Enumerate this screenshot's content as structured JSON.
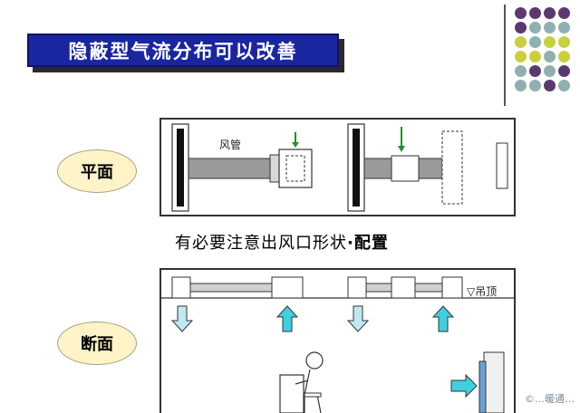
{
  "title": "隐蔽型气流分布可以改善",
  "labels": {
    "plan": "平面",
    "section": "断面"
  },
  "plan_view": {
    "duct_label": "风管"
  },
  "caption": {
    "main": "有必要注意出风口形状",
    "dot": "·",
    "emphasis": "配置"
  },
  "section_view": {
    "ceiling_label": "▽吊顶"
  },
  "watermark": "©…暖通…",
  "colors": {
    "title_bg": "#1a26a0",
    "ellipse_fill": "#fff3c8",
    "arrow_cyan": "#3fd0e0",
    "arrow_pale": "#bfe8f2",
    "down_arrow_green": "#2a8a2a",
    "dot_purple": "#5a3a6e",
    "dot_teal": "#8fb0b0",
    "dot_lime": "#c8d040"
  }
}
